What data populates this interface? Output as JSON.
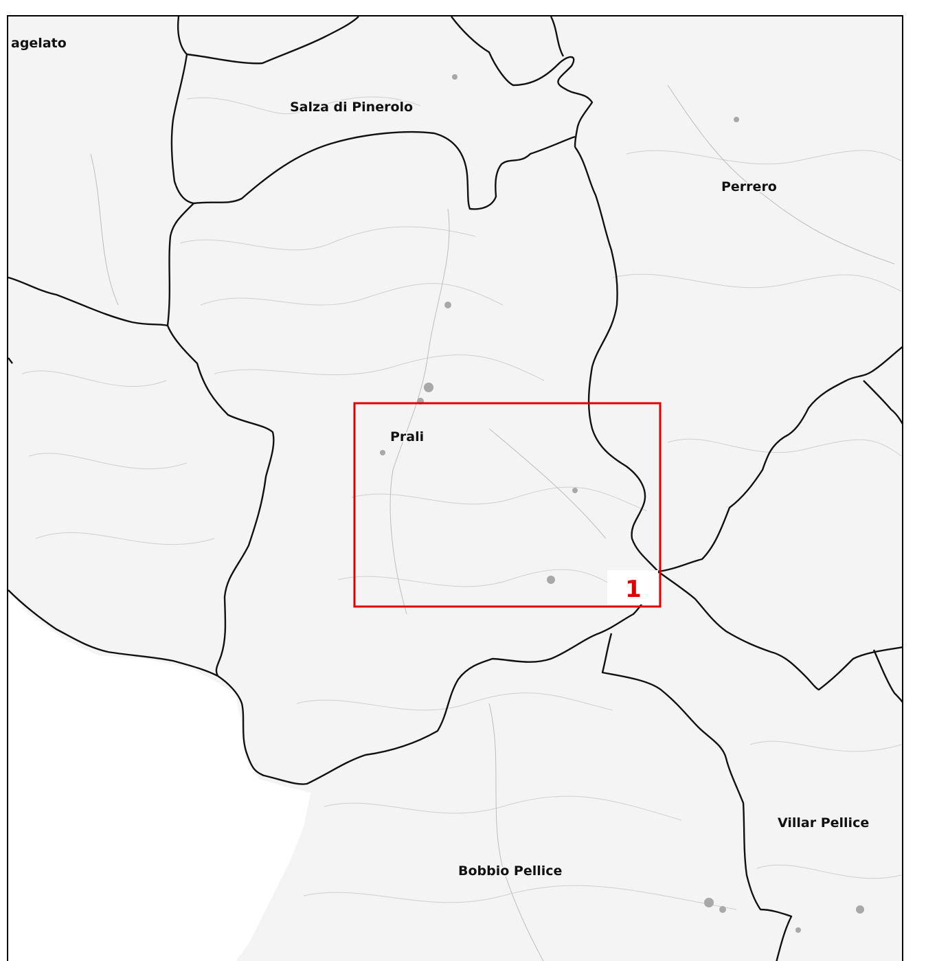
{
  "places": {
    "fenestrelle_partial": "agelato",
    "salza": "Salza di Pinerolo",
    "perrero": "Perrero",
    "prali": "Prali",
    "villar": "Villar Pellice",
    "bobbio": "Bobbio Pellice"
  },
  "inset": {
    "label": "1",
    "color": "#e00000"
  },
  "colors": {
    "boundary": "#111111",
    "terrain": "#f4f4f4",
    "outside": "#ffffff"
  }
}
